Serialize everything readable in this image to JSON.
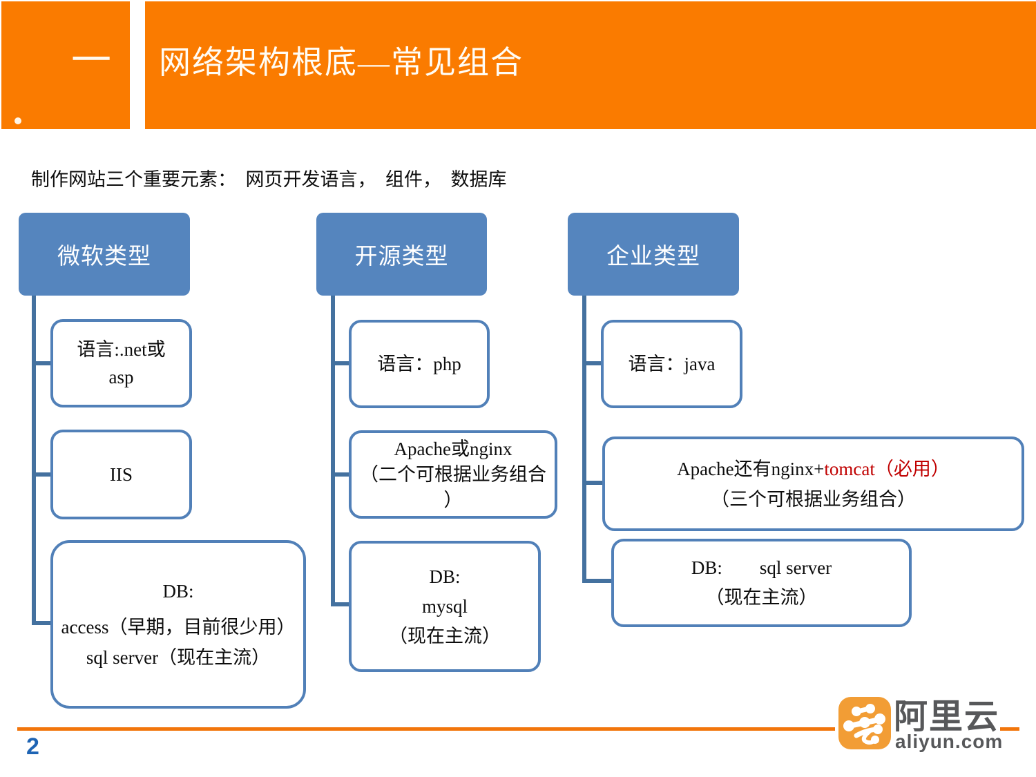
{
  "colors": {
    "header_orange": "#FA7B00",
    "footer_line_orange": "#F2750A",
    "category_blue": "#5585BE",
    "connector_blue": "#44719F",
    "box_border_blue": "#5180B8",
    "highlight_red": "#C00000",
    "page_number_blue": "#1E64B4",
    "logo_gray": "#57585A",
    "logo_orange": "#F29D35"
  },
  "header": {
    "section_number": "一",
    "title": "网络架构根底—常见组合"
  },
  "intro": {
    "text": "制作网站三个重要元素：　网页开发语言，　组件，　数据库"
  },
  "diagram": {
    "columns": [
      {
        "label": "微软类型",
        "children": [
          {
            "lines": [
              "语言:.net或",
              "asp"
            ]
          },
          {
            "lines": [
              "IIS"
            ]
          },
          {
            "lines": [
              "DB:",
              "access（早期，目前很少用）",
              "sql server（现在主流）"
            ]
          }
        ]
      },
      {
        "label": "开源类型",
        "children": [
          {
            "lines": [
              "语言：php"
            ]
          },
          {
            "lines": [
              "Apache或nginx",
              "（二个可根据业务组合",
              "）"
            ]
          },
          {
            "lines": [
              "DB:",
              "mysql",
              "（现在主流）"
            ]
          }
        ]
      },
      {
        "label": "企业类型",
        "children": [
          {
            "lines": [
              "语言：java"
            ]
          },
          {
            "line1_normal": "Apache还有nginx+",
            "line1_red": "tomcat（必用）",
            "line2": "（三个可根据业务组合）"
          },
          {
            "lines": [
              "DB:　　sql server",
              "（现在主流）"
            ]
          }
        ]
      }
    ]
  },
  "footer": {
    "page_number": "2",
    "logo_cn": "阿里云",
    "logo_domain": "aliyun.com",
    "logo_icon": "aliyun-cloud-icon"
  }
}
